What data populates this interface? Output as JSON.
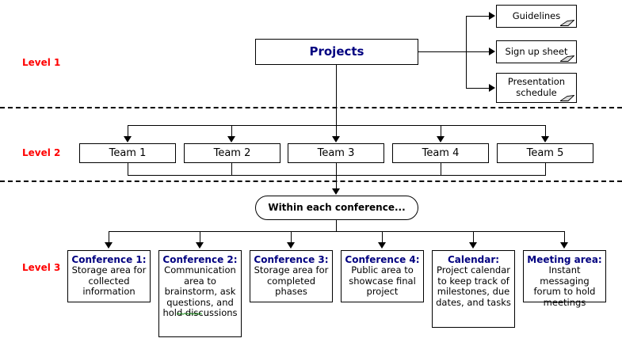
{
  "diagram": {
    "title": "Project Structure Diagram",
    "colors": {
      "level_label": "#ff0000",
      "heading_text": "#000080",
      "body_text": "#000000",
      "line": "#000000",
      "background": "#ffffff",
      "spellcheck_underline": "#008000"
    }
  },
  "levels": [
    {
      "label": "Level 1"
    },
    {
      "label": "Level 2"
    },
    {
      "label": "Level 3"
    }
  ],
  "root": {
    "label": "Projects"
  },
  "documents": [
    {
      "label": "Guidelines"
    },
    {
      "label": "Sign up sheet"
    },
    {
      "label": "Presentation schedule"
    }
  ],
  "teams": [
    {
      "label": "Team 1"
    },
    {
      "label": "Team 2"
    },
    {
      "label": "Team 3"
    },
    {
      "label": "Team 4"
    },
    {
      "label": "Team 5"
    }
  ],
  "within": {
    "label": "Within each conference..."
  },
  "conferences": [
    {
      "title": "Conference 1:",
      "desc": "Storage area for collected information"
    },
    {
      "title": "Conference 2:",
      "desc": "Communication area to brainstorm, ask questions, and hold discussions"
    },
    {
      "title": "Conference 3:",
      "desc": "Storage area for completed phases"
    },
    {
      "title": "Conference 4:",
      "desc": "Public area to showcase final project"
    },
    {
      "title": "Calendar:",
      "desc": "Project calendar to keep track of milestones, due dates, and tasks"
    },
    {
      "title": "Meeting area:",
      "desc": "Instant messaging forum to hold meetings"
    }
  ]
}
